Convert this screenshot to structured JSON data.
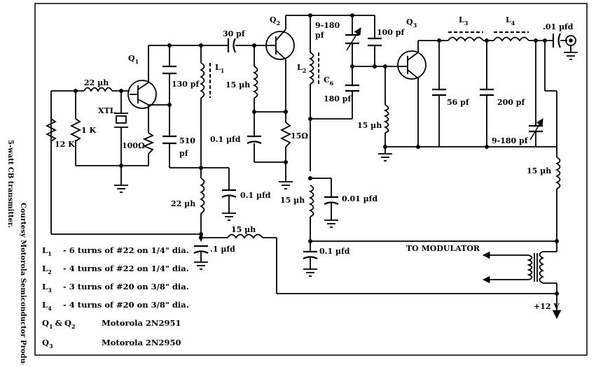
{
  "side_caption": {
    "title": "5-watt CB transmitter.",
    "credit": "Courtesy Motorola Semiconductor Products"
  },
  "labels": {
    "q1": "Q",
    "q1_sub": "1",
    "q2": "Q",
    "q2_sub": "2",
    "q3": "Q",
    "q3_sub": "3",
    "l1": "L",
    "l1_sub": "1",
    "l2": "L",
    "l2_sub": "2",
    "l3": "L",
    "l3_sub": "3",
    "l4": "L",
    "l4_sub": "4",
    "c6": "C",
    "c6_sub": "6",
    "xtl": "XTL",
    "c_30pf": "30 pf",
    "c_130pf": "130 pf",
    "c_510pf_a": "510",
    "c_510pf_b": "pf",
    "c_9_180_a": "9-180",
    "c_9_180_b": "pf",
    "c_100pf": "100 pf",
    "c_180pf": "180 pf",
    "c_56pf": "56 pf",
    "c_200pf": "200 pf",
    "c_9_180_out": "9-180 pf",
    "c_01_out": ".01 µfd",
    "c_01_q2": "0.1 µfd",
    "c_01_b": "0.1 µfd",
    "c_001": "0.01 µfd",
    "c_01_c": "0.1 µfd",
    "c_01_d": ".1 µfd",
    "l_22uh_in": "22 µh",
    "l_15uh_q2": "15 µh",
    "l_22uh_b": "22 µh",
    "l_15uh_bot": "15 µh",
    "l_15uh_c2": "15 µh",
    "l_15uh_q3": "15 µh",
    "l_15uh_right": "15 µh",
    "r_1k": "1 K",
    "r_12k": "12 K",
    "r_100": "100Ω",
    "r_15": "15Ω",
    "to_modulator": "TO MODULATOR",
    "supply": "+12 V"
  },
  "parts_table": [
    {
      "sym": "L",
      "sub": "1",
      "desc": "- 6 turns of #22 on 1/4\" dia."
    },
    {
      "sym": "L",
      "sub": "2",
      "desc": "- 4 turns of #22 on 1/4\" dia."
    },
    {
      "sym": "L",
      "sub": "3",
      "desc": "- 3 turns of #20 on 3/8\" dia."
    },
    {
      "sym": "L",
      "sub": "4",
      "desc": "- 4 turns of #20 on 3/8\" dia."
    }
  ],
  "transistors": [
    {
      "sym": "Q",
      "sub": "1",
      "amp": "&",
      "sym2": "Q",
      "sub2": "2",
      "desc": "Motorola 2N2951"
    },
    {
      "sym": "Q",
      "sub": "3",
      "desc": "Motorola 2N2950"
    }
  ]
}
